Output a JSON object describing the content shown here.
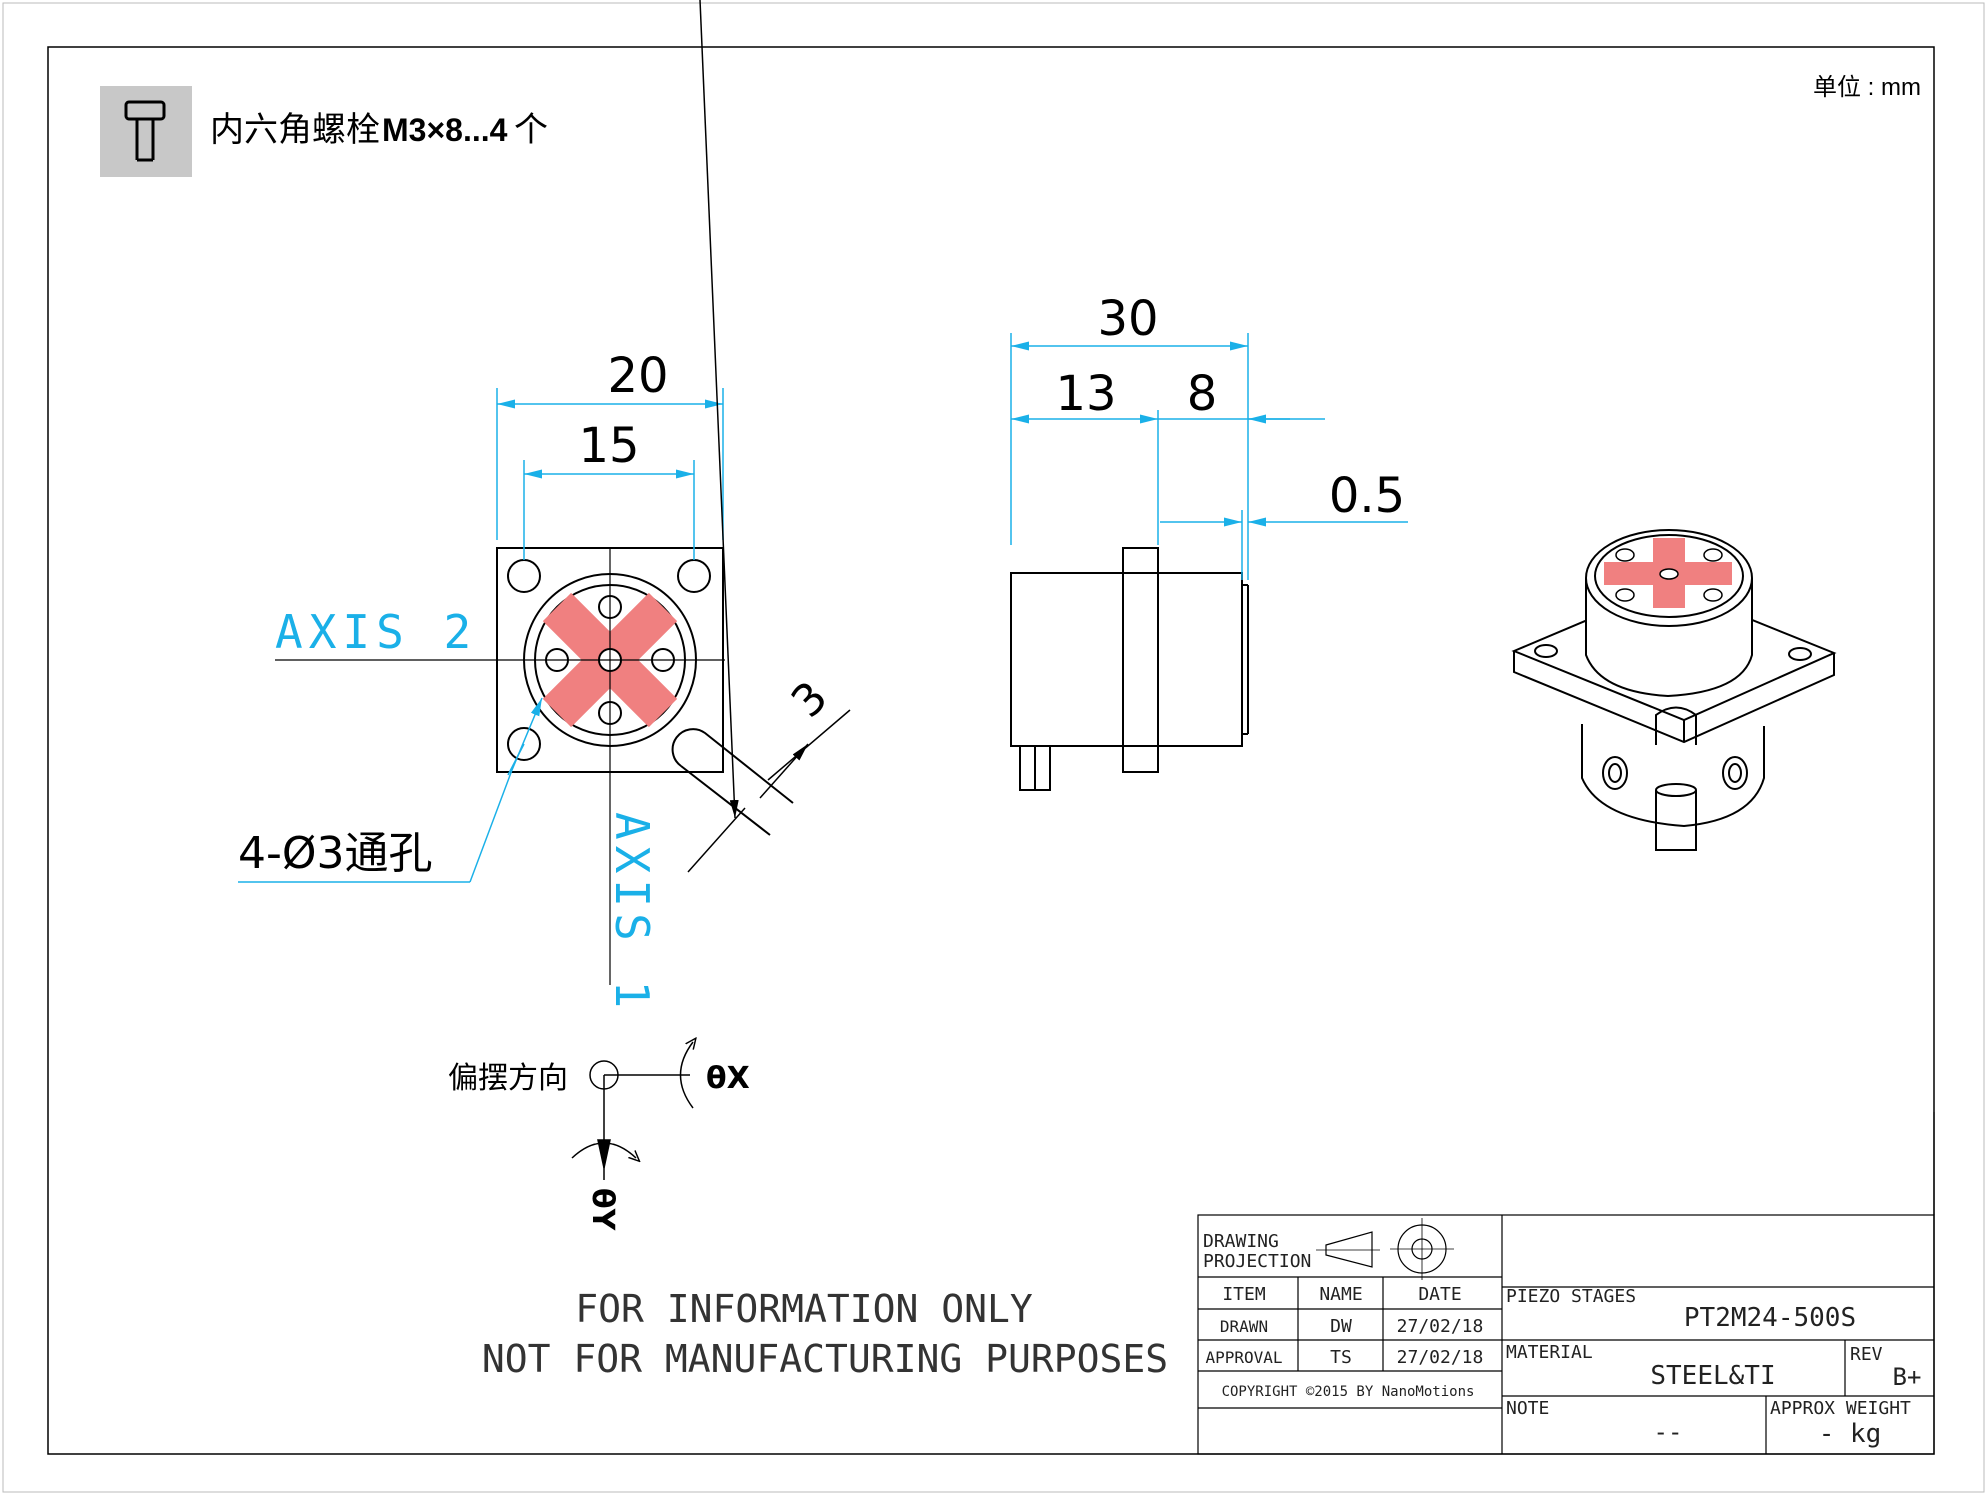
{
  "header": {
    "bolt_text": "内六角螺栓",
    "bolt_spec": "M3×8...4",
    "bolt_qty_unit": "个",
    "unit_label": "单位 : mm"
  },
  "front_view": {
    "dim_overall": "20",
    "dim_holes": "15",
    "dim_slot": "3",
    "axis_2": "AXIS 2",
    "axis_1": "AXIS 1",
    "hole_note": "4-Ø3通孔"
  },
  "side_view": {
    "dim_total": "30",
    "dim_body": "13",
    "dim_flange": "8",
    "dim_lip": "0.5"
  },
  "direction": {
    "label": "偏摆方向",
    "theta_x": "θX",
    "theta_y": "θY"
  },
  "disclaimer": {
    "line1": "FOR INFORMATION ONLY",
    "line2": "NOT FOR MANUFACTURING PURPOSES"
  },
  "title_block": {
    "projection_label_1": "DRAWING",
    "projection_label_2": "PROJECTION",
    "col_item": "ITEM",
    "col_name": "NAME",
    "col_date": "DATE",
    "rows": [
      {
        "item": "DRAWN",
        "name": "DW",
        "date": "27/02/18"
      },
      {
        "item": "APPROVAL",
        "name": "TS",
        "date": "27/02/18"
      }
    ],
    "copyright": "COPYRIGHT ©2015 BY NanoMotions",
    "product_label": "PIEZO STAGES",
    "product_value": "PT2M24-500S",
    "material_label": "MATERIAL",
    "material_value": "STEEL&TI",
    "rev_label": "REV",
    "rev_value": "B+",
    "note_label": "NOTE",
    "note_value": "--",
    "weight_label": "APPROX WEIGHT",
    "weight_value": "- kg"
  },
  "colors": {
    "dimension": "#1ab0e8",
    "flexure": "#f08080",
    "icon_bg": "#c8c8c8"
  }
}
